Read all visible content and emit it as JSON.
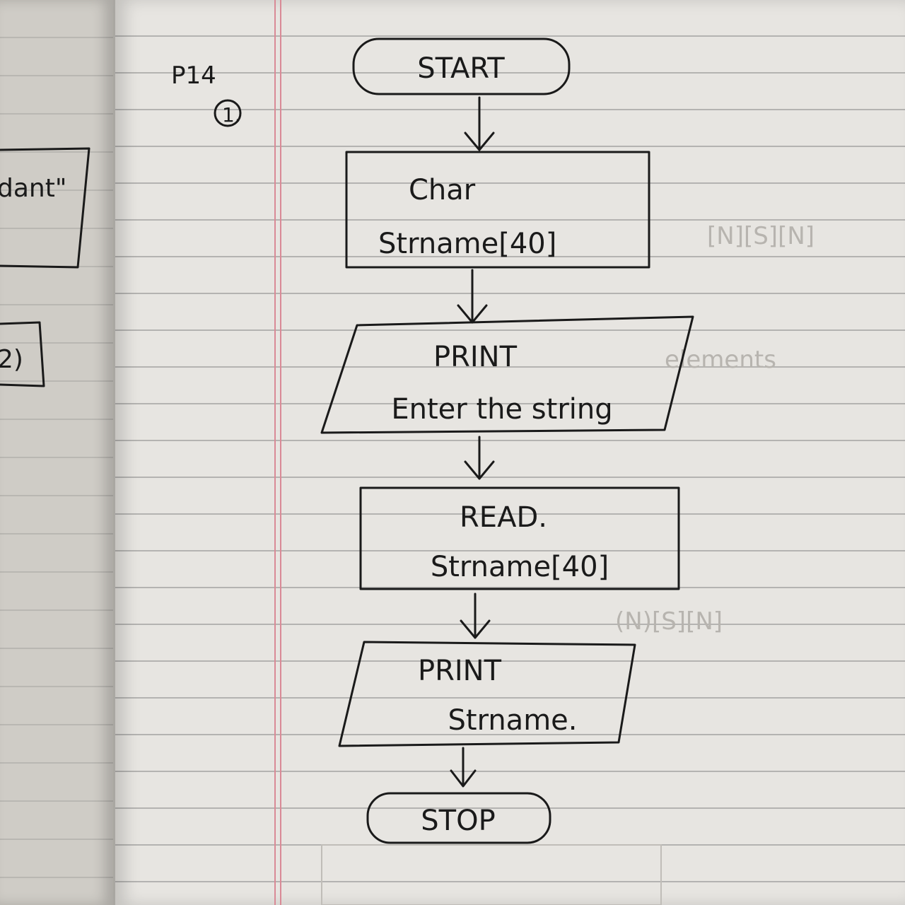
{
  "page": {
    "page_number": "P14",
    "question_number": "1.",
    "left_margin_fragments": [
      "dant\"",
      "2)"
    ]
  },
  "flowchart": {
    "start": "START",
    "declare_line1": "Char",
    "declare_line2": "Strname[40]",
    "print1_line1": "PRINT",
    "print1_line2": "Enter the string",
    "read_line1": "READ.",
    "read_line2": "Strname[40]",
    "print2_line1": "PRINT",
    "print2_line2": "Strname.",
    "stop": "STOP"
  },
  "colors": {
    "ink": "#1a1a1a",
    "paper": "#e7e5e1",
    "rule_line": "#b4b3b1",
    "margin_line": "#d98a96"
  }
}
